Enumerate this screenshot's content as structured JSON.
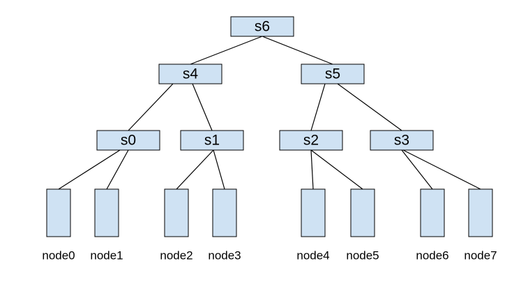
{
  "colors": {
    "box_fill": "#cfe2f3",
    "box_stroke": "#000000",
    "edge": "#000000"
  },
  "switches": [
    {
      "id": "s6",
      "label": "s6"
    },
    {
      "id": "s4",
      "label": "s4"
    },
    {
      "id": "s5",
      "label": "s5"
    },
    {
      "id": "s0",
      "label": "s0"
    },
    {
      "id": "s1",
      "label": "s1"
    },
    {
      "id": "s2",
      "label": "s2"
    },
    {
      "id": "s3",
      "label": "s3"
    }
  ],
  "nodes": [
    {
      "id": "node0",
      "label": "node0"
    },
    {
      "id": "node1",
      "label": "node1"
    },
    {
      "id": "node2",
      "label": "node2"
    },
    {
      "id": "node3",
      "label": "node3"
    },
    {
      "id": "node4",
      "label": "node4"
    },
    {
      "id": "node5",
      "label": "node5"
    },
    {
      "id": "node6",
      "label": "node6"
    },
    {
      "id": "node7",
      "label": "node7"
    }
  ],
  "edges": [
    [
      "s6",
      "s4"
    ],
    [
      "s6",
      "s5"
    ],
    [
      "s4",
      "s0"
    ],
    [
      "s4",
      "s1"
    ],
    [
      "s5",
      "s2"
    ],
    [
      "s5",
      "s3"
    ],
    [
      "s0",
      "node0"
    ],
    [
      "s0",
      "node1"
    ],
    [
      "s1",
      "node2"
    ],
    [
      "s1",
      "node3"
    ],
    [
      "s2",
      "node4"
    ],
    [
      "s2",
      "node5"
    ],
    [
      "s3",
      "node6"
    ],
    [
      "s3",
      "node7"
    ]
  ]
}
